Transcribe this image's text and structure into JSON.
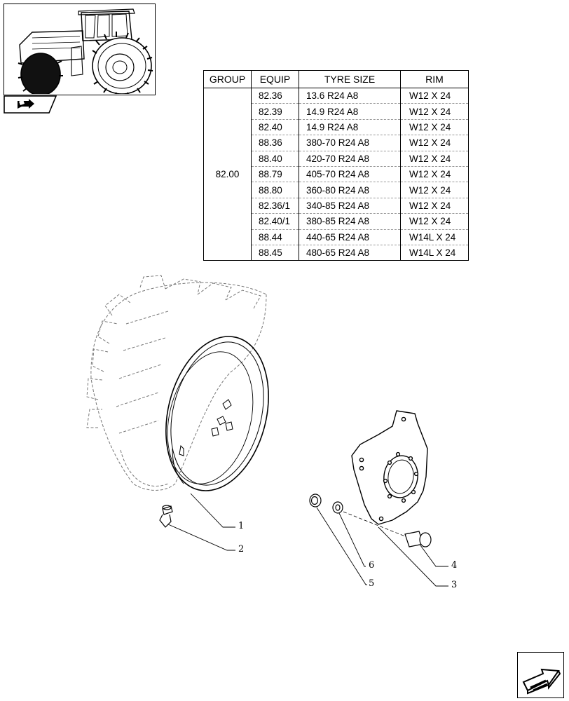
{
  "table": {
    "headers": {
      "group": "GROUP",
      "equip": "EQUIP",
      "tyre_size": "TYRE SIZE",
      "rim": "RIM"
    },
    "group_value": "82.00",
    "rows": [
      {
        "equip": "82.36",
        "tyre": "13.6 R24 A8",
        "rim": "W12 X 24"
      },
      {
        "equip": "82.39",
        "tyre": "14.9 R24 A8",
        "rim": "W12 X 24"
      },
      {
        "equip": "82.40",
        "tyre": "14.9 R24 A8",
        "rim": "W12 X 24"
      },
      {
        "equip": "88.36",
        "tyre": "380-70 R24 A8",
        "rim": "W12 X 24"
      },
      {
        "equip": "88.40",
        "tyre": "420-70 R24 A8",
        "rim": "W12 X 24"
      },
      {
        "equip": "88.79",
        "tyre": "405-70 R24 A8",
        "rim": "W12 X 24"
      },
      {
        "equip": "88.80",
        "tyre": "360-80 R24 A8",
        "rim": "W12 X 24"
      },
      {
        "equip": "82.36/1",
        "tyre": "340-85 R24 A8",
        "rim": "W12 X 24"
      },
      {
        "equip": "82.40/1",
        "tyre": "380-85 R24 A8",
        "rim": "W12 X 24"
      },
      {
        "equip": "88.44",
        "tyre": "440-65 R24 A8",
        "rim": "W14L X 24"
      },
      {
        "equip": "88.45",
        "tyre": "480-65 R24 A8",
        "rim": "W14L X 24"
      }
    ]
  },
  "callouts": {
    "c1": "1",
    "c2": "2",
    "c3": "3",
    "c4": "4",
    "c5": "5",
    "c6": "6"
  },
  "icons": {
    "thumbnail": "tractor-front-wheel-icon",
    "section_tab": "section-arrow-icon",
    "nav": "next-page-arrow-icon"
  }
}
